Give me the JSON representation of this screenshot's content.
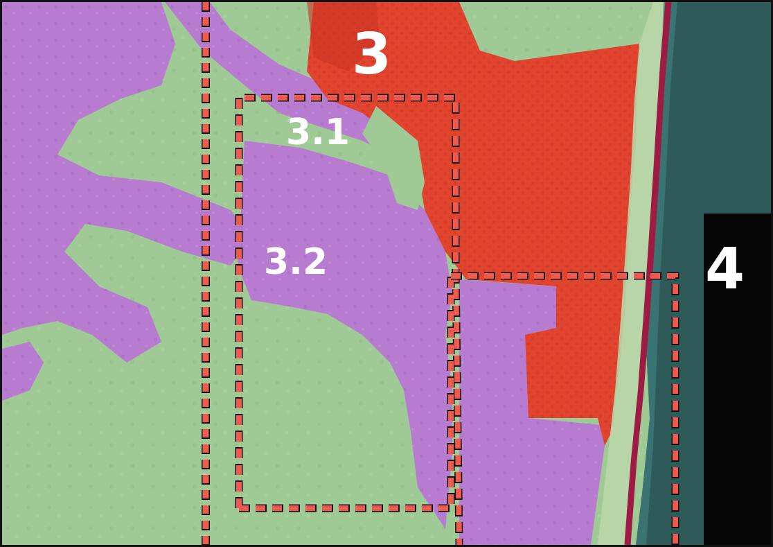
{
  "map": {
    "labels": {
      "zone_3": "3",
      "zone_3_1": "3.1",
      "zone_3_2": "3.2",
      "zone_4": "4"
    },
    "colors": {
      "vegetation": "#9fc995",
      "vegetation_dark": "#86b57f",
      "residential_purple": "#b77cd0",
      "residential_purple_dark": "#9a5cb8",
      "urban_red": "#e2452f",
      "urban_red_dark": "#c93423",
      "coast_line": "#9e1b44",
      "ocean": "#2e5a5a",
      "ocean_deep": "#1f4446",
      "dash_red": "#f05a4e",
      "label_white": "#ffffff",
      "black_panel": "#050505"
    }
  }
}
